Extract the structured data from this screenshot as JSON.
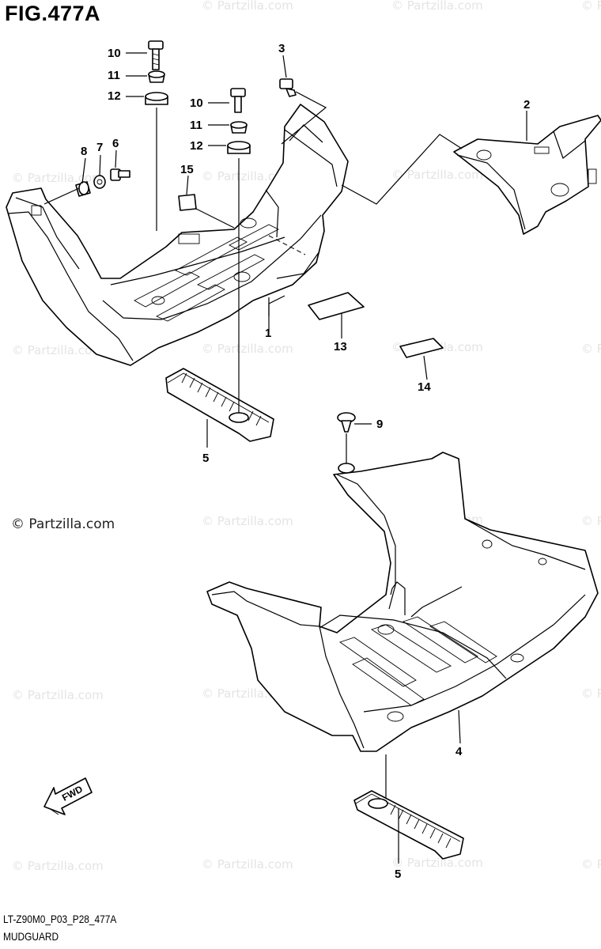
{
  "figure": {
    "title": "FIG.477A",
    "code": "LT-Z90M0_P03_P28_477A",
    "caption": "MUDGUARD"
  },
  "watermark": {
    "text": "© Partzilla.com",
    "prominent_text": "© Partzilla.com"
  },
  "callouts": {
    "c1": "1",
    "c2": "2",
    "c3": "3",
    "c4": "4",
    "c5a": "5",
    "c5b": "5",
    "c6": "6",
    "c7": "7",
    "c8": "8",
    "c9": "9",
    "c10a": "10",
    "c10b": "10",
    "c11a": "11",
    "c11b": "11",
    "c12a": "12",
    "c12b": "12",
    "c13": "13",
    "c14": "14",
    "c15": "15"
  },
  "fwd_arrow": {
    "label": "FWD"
  },
  "colors": {
    "line": "#000000",
    "watermark": "#e4e4e4",
    "background": "#ffffff"
  }
}
